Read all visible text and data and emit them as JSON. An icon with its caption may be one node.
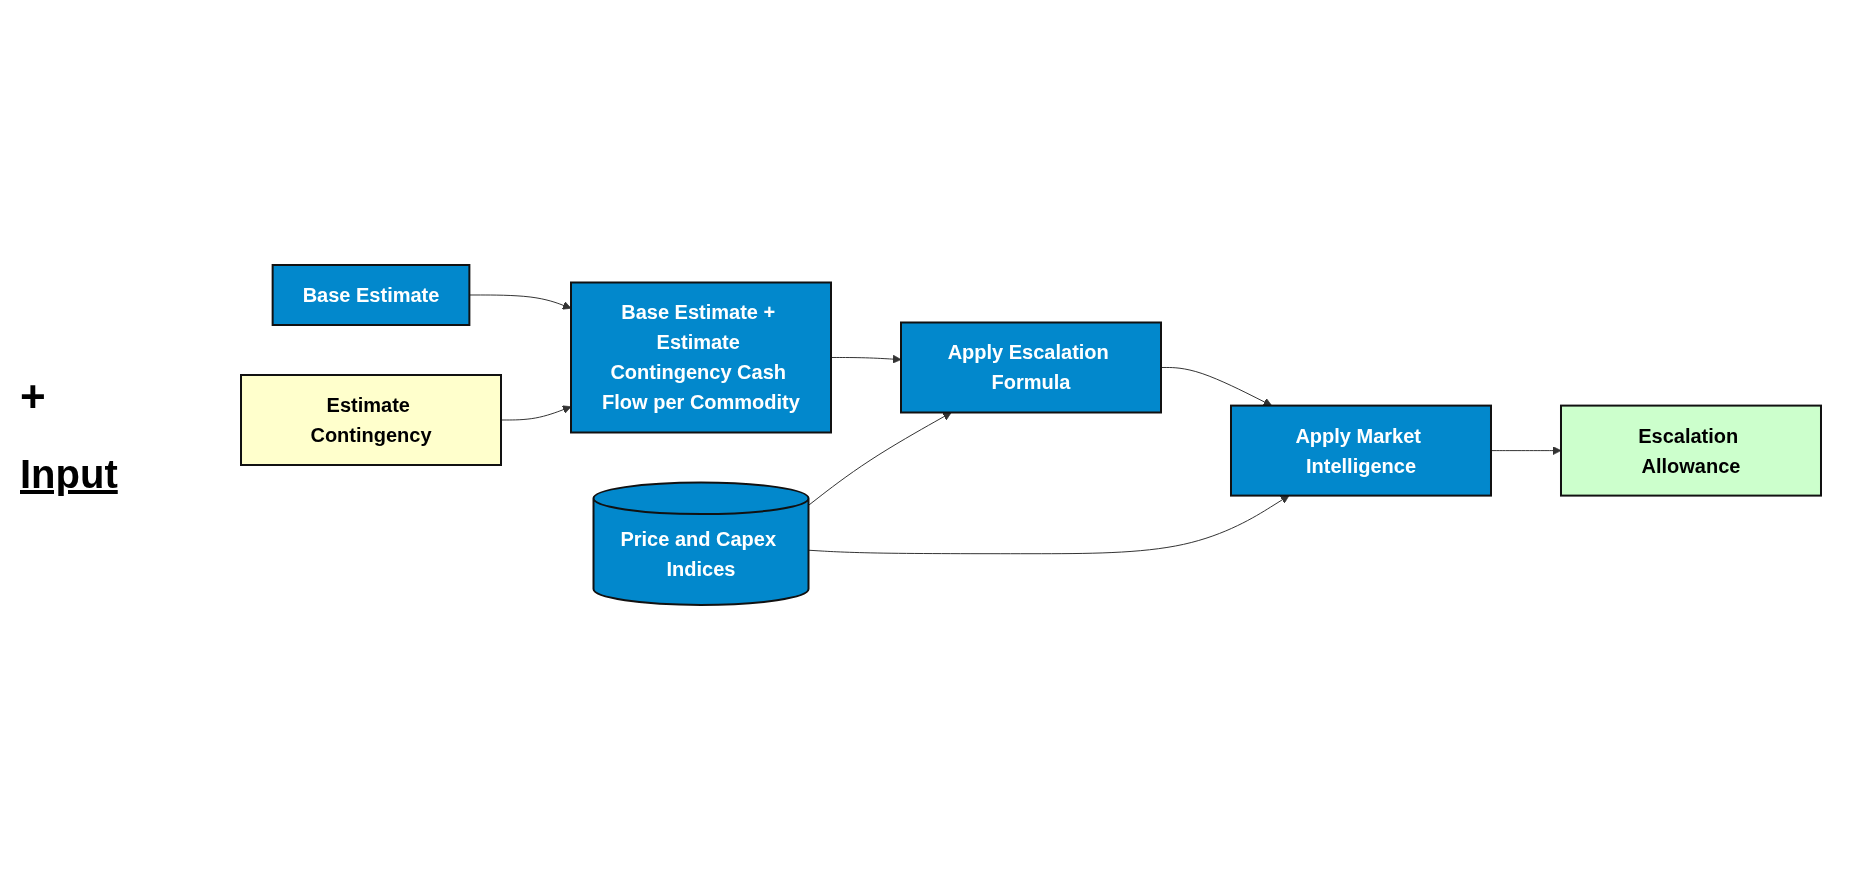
{
  "diagram": {
    "nodes": [
      {
        "text": [
          "Base Estimate"
        ]
      },
      {
        "text": [
          "Estimate Contingency"
        ]
      },
      {
        "text": [
          "Base Estimate + Estimate Contingency Cash Flow per Commodity"
        ]
      },
      {
        "text": [
          "Apply Escalation Formula"
        ]
      },
      {
        "text": [
          "Apply Market Intelligence"
        ]
      },
      {
        "text": [
          "Escalation Allowance"
        ]
      },
      {
        "text": [
          "Price and Capex Indices"
        ]
      }
    ],
    "edges": [
      {
        "from": 0,
        "to": 2,
        "arrow": "to"
      },
      {
        "from": 1,
        "to": 2,
        "arrow": "to"
      },
      {
        "from": 2,
        "to": 3,
        "arrow": "to"
      },
      {
        "from": 3,
        "to": 4,
        "arrow": "to"
      },
      {
        "from": 4,
        "to": 5,
        "arrow": "to"
      },
      {
        "from": 6,
        "to": 3,
        "arrow": "to"
      },
      {
        "from": 6,
        "to": 4,
        "arrow": "to"
      }
    ],
    "labels": [
      "+",
      "Input"
    ]
  }
}
